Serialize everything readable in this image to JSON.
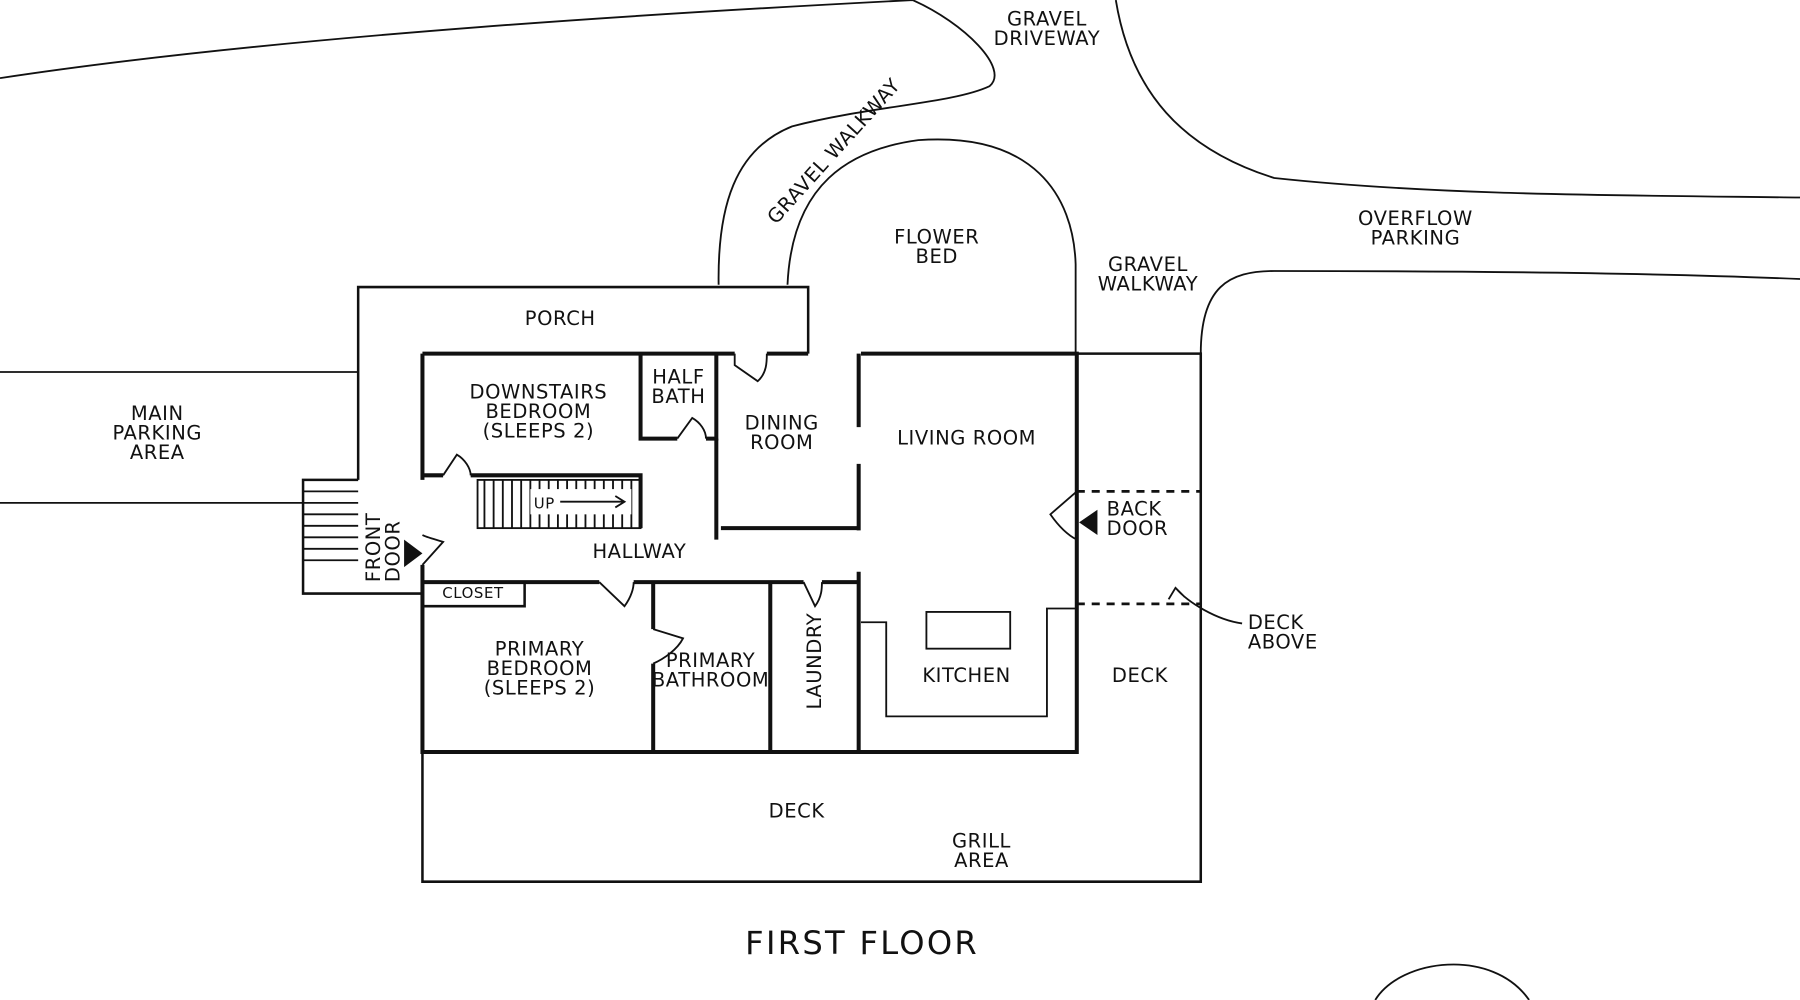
{
  "floor_title": "FIRST FLOOR",
  "labels": {
    "gravel_driveway": [
      "GRAVEL",
      "DRIVEWAY"
    ],
    "gravel_walkway_curved": "GRAVEL WALKWAY",
    "flower_bed": [
      "FLOWER",
      "BED"
    ],
    "gravel_walkway_right": [
      "GRAVEL",
      "WALKWAY"
    ],
    "overflow_parking": [
      "OVERFLOW",
      "PARKING"
    ],
    "porch": "PORCH",
    "main_parking": [
      "MAIN",
      "PARKING",
      "AREA"
    ],
    "downstairs_bedroom": [
      "DOWNSTAIRS",
      "BEDROOM",
      "(SLEEPS 2)"
    ],
    "half_bath": [
      "HALF",
      "BATH"
    ],
    "dining_room": [
      "DINING",
      "ROOM"
    ],
    "living_room": "LIVING ROOM",
    "stairs_up": "UP",
    "hallway": "HALLWAY",
    "front_door": [
      "FRONT",
      "DOOR"
    ],
    "back_door": [
      "BACK",
      "DOOR"
    ],
    "closet": "CLOSET",
    "primary_bedroom": [
      "PRIMARY",
      "BEDROOM",
      "(SLEEPS 2)"
    ],
    "primary_bathroom": [
      "PRIMARY",
      "BATHROOM"
    ],
    "laundry": "LAUNDRY",
    "kitchen": "KITCHEN",
    "deck_right": "DECK",
    "deck_above": [
      "DECK",
      "ABOVE"
    ],
    "deck_bottom": "DECK",
    "grill_area": [
      "GRILL",
      "AREA"
    ]
  }
}
